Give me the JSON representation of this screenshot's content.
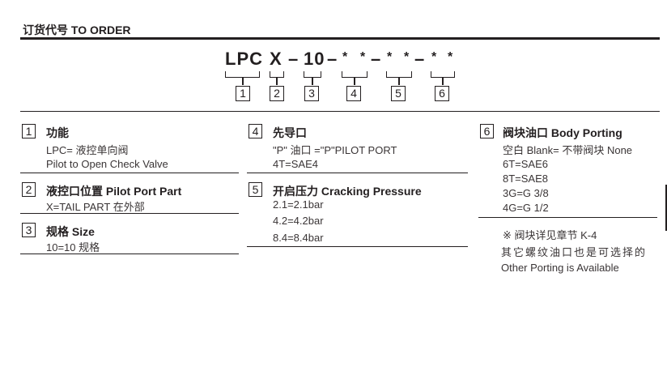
{
  "header": {
    "title": "订货代号 TO ORDER"
  },
  "code": {
    "parts": [
      "LPC",
      "X",
      "–",
      "10",
      "–",
      "*",
      "*",
      "–",
      "*",
      "*",
      "–",
      "*",
      "*"
    ],
    "numbers": [
      "1",
      "2",
      "3",
      "4",
      "5",
      "6"
    ]
  },
  "sections": [
    {
      "num": "1",
      "title": "功能",
      "lines": [
        "LPC= 液控单向阀",
        "Pilot to Open Check Valve"
      ]
    },
    {
      "num": "2",
      "title": "液控口位置 Pilot Port Part",
      "lines": [
        "X=TAIL PART 在外部"
      ]
    },
    {
      "num": "3",
      "title": "规格 Size",
      "lines": [
        "10=10 规格"
      ]
    },
    {
      "num": "4",
      "title": "先导口",
      "lines": [
        "\"P\" 油口 =\"P\"PILOT PORT",
        "4T=SAE4"
      ]
    },
    {
      "num": "5",
      "title": "开启压力 Cracking Pressure",
      "lines": [
        "2.1=2.1bar",
        "4.2=4.2bar",
        "8.4=8.4bar"
      ]
    },
    {
      "num": "6",
      "title": "阀块油口 Body Porting",
      "lines": [
        "空白 Blank= 不带阀块 None",
        "6T=SAE6",
        "8T=SAE8",
        "3G=G 3/8",
        "4G=G 1/2"
      ]
    }
  ],
  "notes": [
    "※ 阀块详见章节 K-4",
    "其它螺纹油口也是可选择的",
    "Other Porting is Available"
  ]
}
